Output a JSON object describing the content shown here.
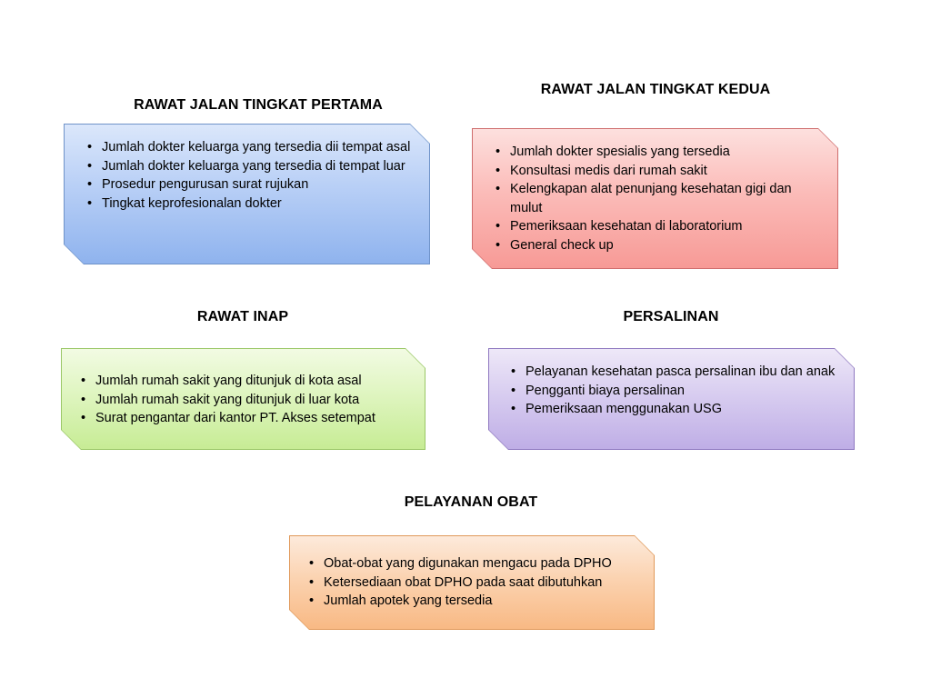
{
  "sections": {
    "pertama": {
      "title": "RAWAT JALAN TINGKAT PERTAMA",
      "items": [
        "Jumlah dokter keluarga yang tersedia dii tempat asal",
        "Jumlah dokter keluarga yang tersedia di tempat luar",
        "Prosedur pengurusan surat rujukan",
        "Tingkat keprofesionalan dokter"
      ]
    },
    "kedua": {
      "title": "RAWAT JALAN TINGKAT KEDUA",
      "items": [
        "Jumlah dokter spesialis yang tersedia",
        "Konsultasi medis dari rumah sakit",
        "Kelengkapan alat penunjang kesehatan gigi dan mulut",
        "Pemeriksaan kesehatan di laboratorium",
        "General check up"
      ]
    },
    "inap": {
      "title": "RAWAT INAP",
      "items": [
        "Jumlah rumah sakit yang ditunjuk di kota asal",
        "Jumlah rumah sakit yang ditunjuk di luar kota",
        "Surat pengantar dari kantor PT. Akses setempat"
      ]
    },
    "persalinan": {
      "title": "PERSALINAN",
      "items": [
        "Pelayanan kesehatan pasca persalinan ibu dan anak",
        "Pengganti biaya persalinan",
        "Pemeriksaan menggunakan USG"
      ]
    },
    "obat": {
      "title": "PELAYANAN OBAT",
      "items": [
        "Obat-obat yang digunakan mengacu pada DPHO",
        "Ketersediaan obat DPHO pada saat dibutuhkan",
        "Jumlah apotek yang tersedia"
      ]
    }
  },
  "colors": {
    "pertama": "#8fb3ee",
    "kedua": "#f79a96",
    "inap": "#c7ec95",
    "persalinan": "#bfaee6",
    "obat": "#f8b984"
  }
}
